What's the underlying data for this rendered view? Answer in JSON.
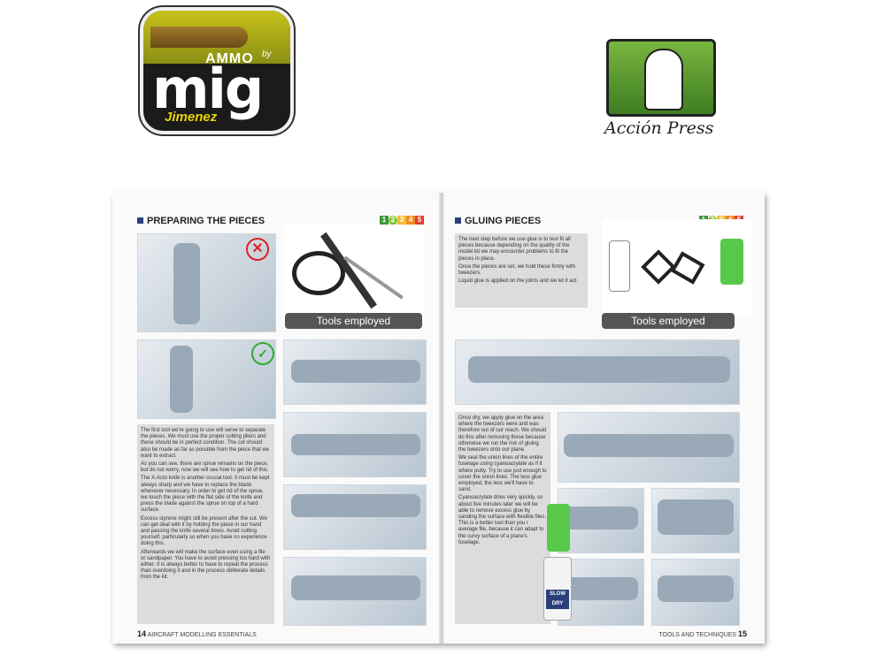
{
  "logos": {
    "ammo": {
      "ammo_text": "AMMO",
      "by_text": "by",
      "mig_text": "mig",
      "jimenez_text": "Jimenez"
    },
    "accion_press": {
      "text": "Acción Press"
    }
  },
  "book": {
    "left_page": {
      "heading": "PREPARING THE PIECES",
      "levels": [
        "1",
        "2",
        "3",
        "4",
        "5"
      ],
      "tools_label": "Tools employed",
      "paragraphs": [
        "The first tool we're going to use will serve to separate the pieces. We must use the proper cutting pliers and these should be in perfect condition. The cut should also be made as far as possible from the piece that we want to extract.",
        "As you can see, there are sprue remains on the piece, but do not worry, now we will see how to get rid of this.",
        "The X-Acto knife is another crucial tool. It must be kept always sharp and we have to replace the blade whenever necessary. In order to get rid of the sprue, we touch the piece with the flat side of the knife and press the blade against the sprue on top of a hard surface.",
        "Excess styrene might still be present after the cut. We can get deal with it by holding the piece in our hand and passing the knife several times. Avoid cutting yourself, particularly so when you have no experience doing this.",
        "Afterwards we will make the surface even using a file or sandpaper. You have to avoid pressing too hard with either. It is always better to have to repeat the process than overdoing it and in the process obliterate details from the kit."
      ],
      "page_number": "14",
      "footer_text": "AIRCRAFT MODELLING ESSENTIALS"
    },
    "right_page": {
      "heading": "GLUING PIECES",
      "levels": [
        "1",
        "2",
        "3",
        "4",
        "5"
      ],
      "tools_label": "Tools employed",
      "intro_paragraphs": [
        "The next step before we use glue is to test fit all pieces because depending on the quality of the model kit we may encounter problems to fit the pieces in place.",
        "Once the pieces are set, we hold these firmly with tweezers.",
        "Liquid glue is applied on the joints and we let it act."
      ],
      "paragraphs": [
        "Once dry, we apply glue on the area where the tweezers were and was therefore out of our reach. We should do this after removing these because otherwise we run the risk of gluing the tweezers onto our plane.",
        "We seal the union lines of the entire fuselage using cyanoacrylate as if it where putty. Try to use just enough to cover the union lines: The less glue employed, the less we'll have to sand.",
        "Cyanoacrylate dries very quickly, so about five minutes later we will be able to remove excess glue by sanding the surface with flexible files. This is a better tool than you r average file, because it can adapt to the curvy surface of a plane's fuselage."
      ],
      "bottle_label": "SLOW DRY",
      "page_number": "15",
      "footer_text": "TOOLS AND TECHNIQUES"
    }
  },
  "colors": {
    "heading_square": "#2a3f7a",
    "level_1": "#3a9a3a",
    "level_2": "#8cc63f",
    "level_3": "#f2c02e",
    "level_4": "#f08a24",
    "level_5": "#e0402a"
  }
}
